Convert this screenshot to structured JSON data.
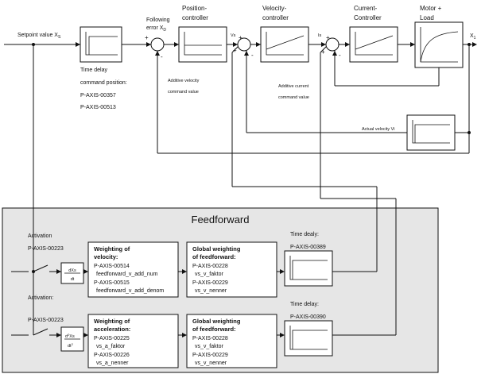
{
  "signals": {
    "setpoint": "Setpoint value X",
    "setpoint_sub": "S",
    "following_error_1": "Following",
    "following_error_2": "error X",
    "following_error_sub": "D",
    "vs": "Vs",
    "is": "Is",
    "x_actual": "X",
    "x_actual_sub": "1",
    "actual_velocity": "Actual velocity Vi"
  },
  "blocks": {
    "position_controller": [
      "Position-",
      "controller"
    ],
    "velocity_controller": [
      "Velocity-",
      "controller"
    ],
    "current_controller": [
      "Current-",
      "Controller"
    ],
    "motor_load": [
      "Motor +",
      "Load"
    ]
  },
  "signs": {
    "plus": "+",
    "minus": "-"
  },
  "notes": {
    "time_delay_1": "Time delay",
    "time_delay_2": "command position:",
    "time_delay_3": "P-AXIS-00357",
    "time_delay_4": "P-AXIS-00513",
    "add_velocity_1": "Additive velocity",
    "add_velocity_2": "command value",
    "add_current_1": "Additive current",
    "add_current_2": "command value"
  },
  "feedforward": {
    "title": "Feedforward",
    "activation_1": "Activation",
    "activation_1_param": "P-AXIS-00223",
    "activation_2": "Activation:",
    "activation_2_param": "P-AXIS-00223",
    "diff1_num": "dXs",
    "diff1_den": "dt",
    "diff2_num": "d",
    "diff2_num_exp": "2",
    "diff2_num_var": "Xs",
    "diff2_den": "dt",
    "diff2_den_exp": "2",
    "weight_vel": {
      "title_1": "Weighting of",
      "title_2": "velocity:",
      "lines": [
        "P-AXIS-00514",
        "feedforward_v_add_num",
        "P-AXIS-00515",
        "feedforward_v_add_denom"
      ]
    },
    "weight_acc": {
      "title_1": "Weighting of",
      "title_2": "acceleration:",
      "lines": [
        "P-AXIS-00225",
        "vs_a_faktor",
        "P-AXIS-00226",
        "vs_a_nenner"
      ]
    },
    "global_1": {
      "title_1": "Global weighting",
      "title_2": "of feedforward:",
      "lines": [
        "P-AXIS-00228",
        "vs_v_faktor",
        "P-AXIS-00229",
        "vs_v_nenner"
      ]
    },
    "global_2": {
      "title_1": "Global weighting",
      "title_2": "of feedforward:",
      "lines": [
        "P-AXIS-00228",
        "vs_v_faktor",
        "P-AXIS-00229",
        "vs_v_nenner"
      ]
    },
    "delay_1_title": "Time dealy:",
    "delay_1_param": "P-AXIS-00389",
    "delay_2_title": "Time delay:",
    "delay_2_param": "P-AXIS-00390"
  }
}
